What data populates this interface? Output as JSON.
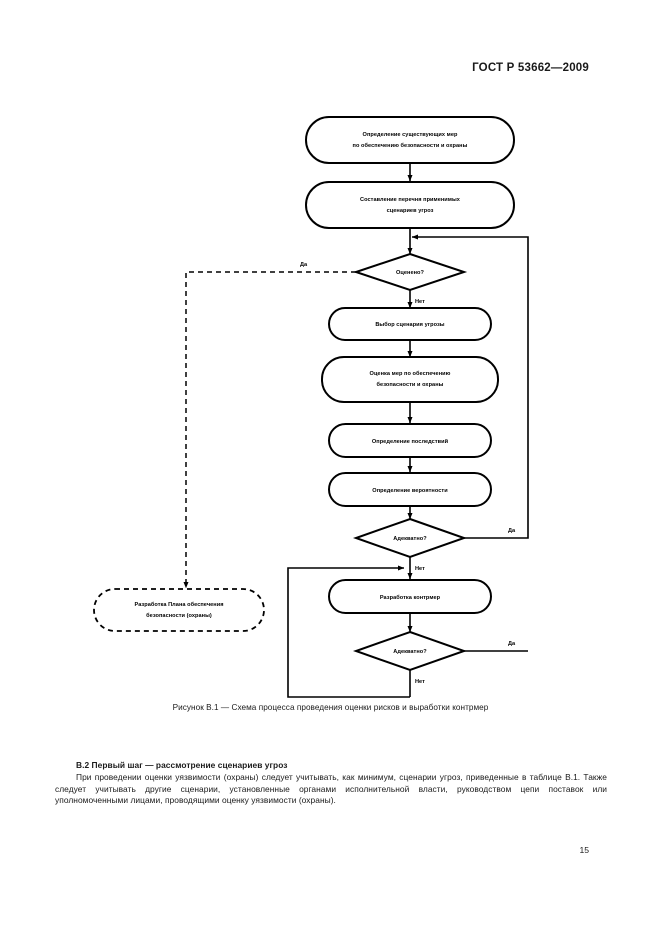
{
  "document": {
    "standard_header": "ГОСТ Р 53662—2009",
    "page_number": "15"
  },
  "figure": {
    "caption": "Рисунок В.1 —  Схема процесса проведения оценки рисков и выработки контрмер",
    "nodes": {
      "n1_line1": "Определение существующих мер",
      "n1_line2": "по обеспечению безопасности и охраны",
      "n2_line1": "Составление перечня применимых",
      "n2_line2": "сценариев угроз",
      "d1": "Оценено?",
      "n3": "Выбор сценария угрозы",
      "n4_line1": "Оценка мер по обеспечению",
      "n4_line2": "безопасности и охраны",
      "n5": "Определение последствий",
      "n6": "Определение вероятности",
      "d2": "Адекватно?",
      "n7": "Разработка контрмер",
      "d3": "Адекватно?",
      "terminal_line1": "Разработка Плана обеспечения",
      "terminal_line2": "безопасности (охраны)"
    },
    "edge_labels": {
      "d1_yes": "Да",
      "d1_no": "Нет",
      "d2_yes": "Да",
      "d2_no": "Нет",
      "d3_yes": "Да",
      "d3_no": "Нет"
    },
    "colors": {
      "stroke": "#000000",
      "fill": "#ffffff",
      "text": "#000000"
    }
  },
  "body": {
    "section_heading": "В.2  Первый шаг — рассмотрение сценариев угроз",
    "paragraph": "При проведении оценки уязвимости (охраны) следует учитывать, как минимум, сценарии угроз, приведенные в таблице В.1. Также следует учитывать другие сценарии, установленные органами исполнительной власти, руководством цепи поставок или уполномоченными лицами, проводящими оценку уязвимости (охраны)."
  }
}
